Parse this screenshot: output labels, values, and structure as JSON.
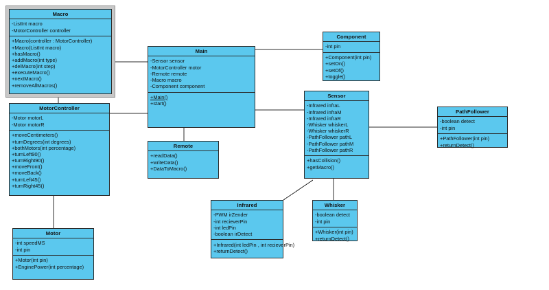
{
  "diagram": {
    "kind": "uml-class-diagram",
    "accent_color": "#5bc8ee",
    "border_color": "#2b2b2b",
    "selection_color": "#c8c8c8",
    "background": "#ffffff"
  },
  "classes": {
    "macro": {
      "name": "Macro",
      "attributes": [
        "-ListInt macro",
        "-MotorController controller"
      ],
      "methods": [
        "+Macro(controller : MotorController)",
        "+Macro(ListInt macro)",
        "+hasMacro()",
        "+addMacro(int type)",
        "+delMacro(int step)",
        "+executeMacro()",
        "+nextMacro()",
        "+removeAllMacros()"
      ]
    },
    "motorcontroller": {
      "name": "MotorController",
      "attributes": [
        "-Motor motorL",
        "-Motor motorR"
      ],
      "methods": [
        "+moveCentimeters()",
        "+turnDegrees(int degrees)",
        "+bothMotors(int percentage)",
        "+turnLeft90()",
        "+turnRight90()",
        "+moveFront()",
        "+moveBack()",
        "+turnLeft45()",
        "+turnRight45()"
      ]
    },
    "motor": {
      "name": "Motor",
      "attributes": [
        "-int speedMS",
        "-int pin"
      ],
      "methods": [
        "+Motor(int pin)",
        "+EnginePower(int percentage)"
      ]
    },
    "main": {
      "name": "Main",
      "attributes": [
        "-Sensor sensor",
        "-MotorController motor",
        "-Remote remote",
        "-Macro macro",
        "-Component component"
      ],
      "methods": [
        "+Main()",
        "+start()"
      ],
      "underlined_methods": [
        0
      ]
    },
    "remote": {
      "name": "Remote",
      "attributes": [],
      "methods": [
        "+readData()",
        "+writeData()",
        "+DataToMacro()"
      ]
    },
    "component": {
      "name": "Component",
      "attributes": [
        "-int pin"
      ],
      "methods": [
        "+Component(int pin)",
        "+setOn()",
        "+setOf()",
        "+toggle()"
      ]
    },
    "sensor": {
      "name": "Sensor",
      "attributes": [
        "-Infrared infraL",
        "-Infrared infraM",
        "-Infrared infraR",
        "-Whisker whiskerL",
        "-Whisker whiskerR",
        "-PathFollower pathL",
        "-PathFollower pathM",
        "-PathFollower pathR"
      ],
      "methods": [
        "+hasCollision()",
        "+getMacro()"
      ]
    },
    "pathfollower": {
      "name": "PathFollower",
      "attributes": [
        "-boolean detect",
        "-int pin"
      ],
      "methods": [
        "+PathFollower(int pin)",
        "+returnDetect()"
      ]
    },
    "infrared": {
      "name": "Infrared",
      "attributes": [
        "-PWM irZender",
        "-int recieverPin",
        "-int ledPin",
        "-boolean irDetect"
      ],
      "methods": [
        "+Infrared(int ledPin , int recieverPin)",
        "+returnDetect()"
      ]
    },
    "whisker": {
      "name": "Whisker",
      "attributes": [
        "-boolean detect",
        "-int pin"
      ],
      "methods": [
        "+Whisker(int pin)",
        "+returnDetect()"
      ]
    }
  }
}
